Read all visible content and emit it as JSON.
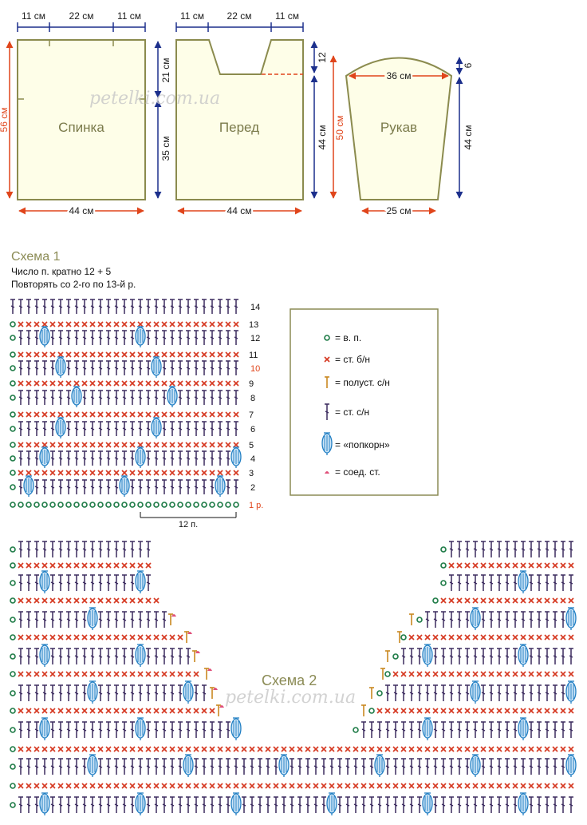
{
  "schematic": {
    "back": {
      "label": "Спинка",
      "top": [
        "11 см",
        "22 см",
        "11 см"
      ],
      "width": "44 см",
      "height": "56 см"
    },
    "front": {
      "label": "Перед",
      "top": [
        "11 см",
        "22 см",
        "11 см"
      ],
      "width": "44 см",
      "upper": "21 см",
      "lower": "35 см",
      "neck": "12",
      "side": "44 см",
      "total": "50 см"
    },
    "sleeve": {
      "label": "Рукав",
      "top": "36 см",
      "bottom": "25 см",
      "cap": "6",
      "side": "44 см"
    }
  },
  "scheme1": {
    "title": "Схема 1",
    "note1": "Число п. кратно 12 + 5",
    "note2": "Повторять со 2-го по 13-й р.",
    "rows": [
      "1 р.",
      "2",
      "3",
      "4",
      "5",
      "6",
      "7",
      "8",
      "9",
      "10",
      "11",
      "12",
      "13",
      "14"
    ],
    "repeat": "12 п."
  },
  "legend": [
    {
      "symbol": "chain",
      "text": "= в. п."
    },
    {
      "symbol": "sc",
      "text": "= ст. б/н"
    },
    {
      "symbol": "hdc",
      "text": "= полуст. с/н"
    },
    {
      "symbol": "dc",
      "text": "= ст. с/н"
    },
    {
      "symbol": "popcorn",
      "text": "= «попкорн»"
    },
    {
      "symbol": "slip",
      "text": "= соед. ст."
    }
  ],
  "scheme2": {
    "title": "Схема 2"
  },
  "watermark": "petelki.com.ua",
  "colors": {
    "outline": "#8b8b4e",
    "fill": "#fefee8",
    "dim": "#1c2f8c",
    "dimRed": "#e0451b",
    "chain": "#1c7a45",
    "sc": "#d63a23",
    "dc": "#3b2a5e",
    "popcorn": "#2380c4",
    "hdc": "#c98820",
    "slip": "#e0507a"
  }
}
